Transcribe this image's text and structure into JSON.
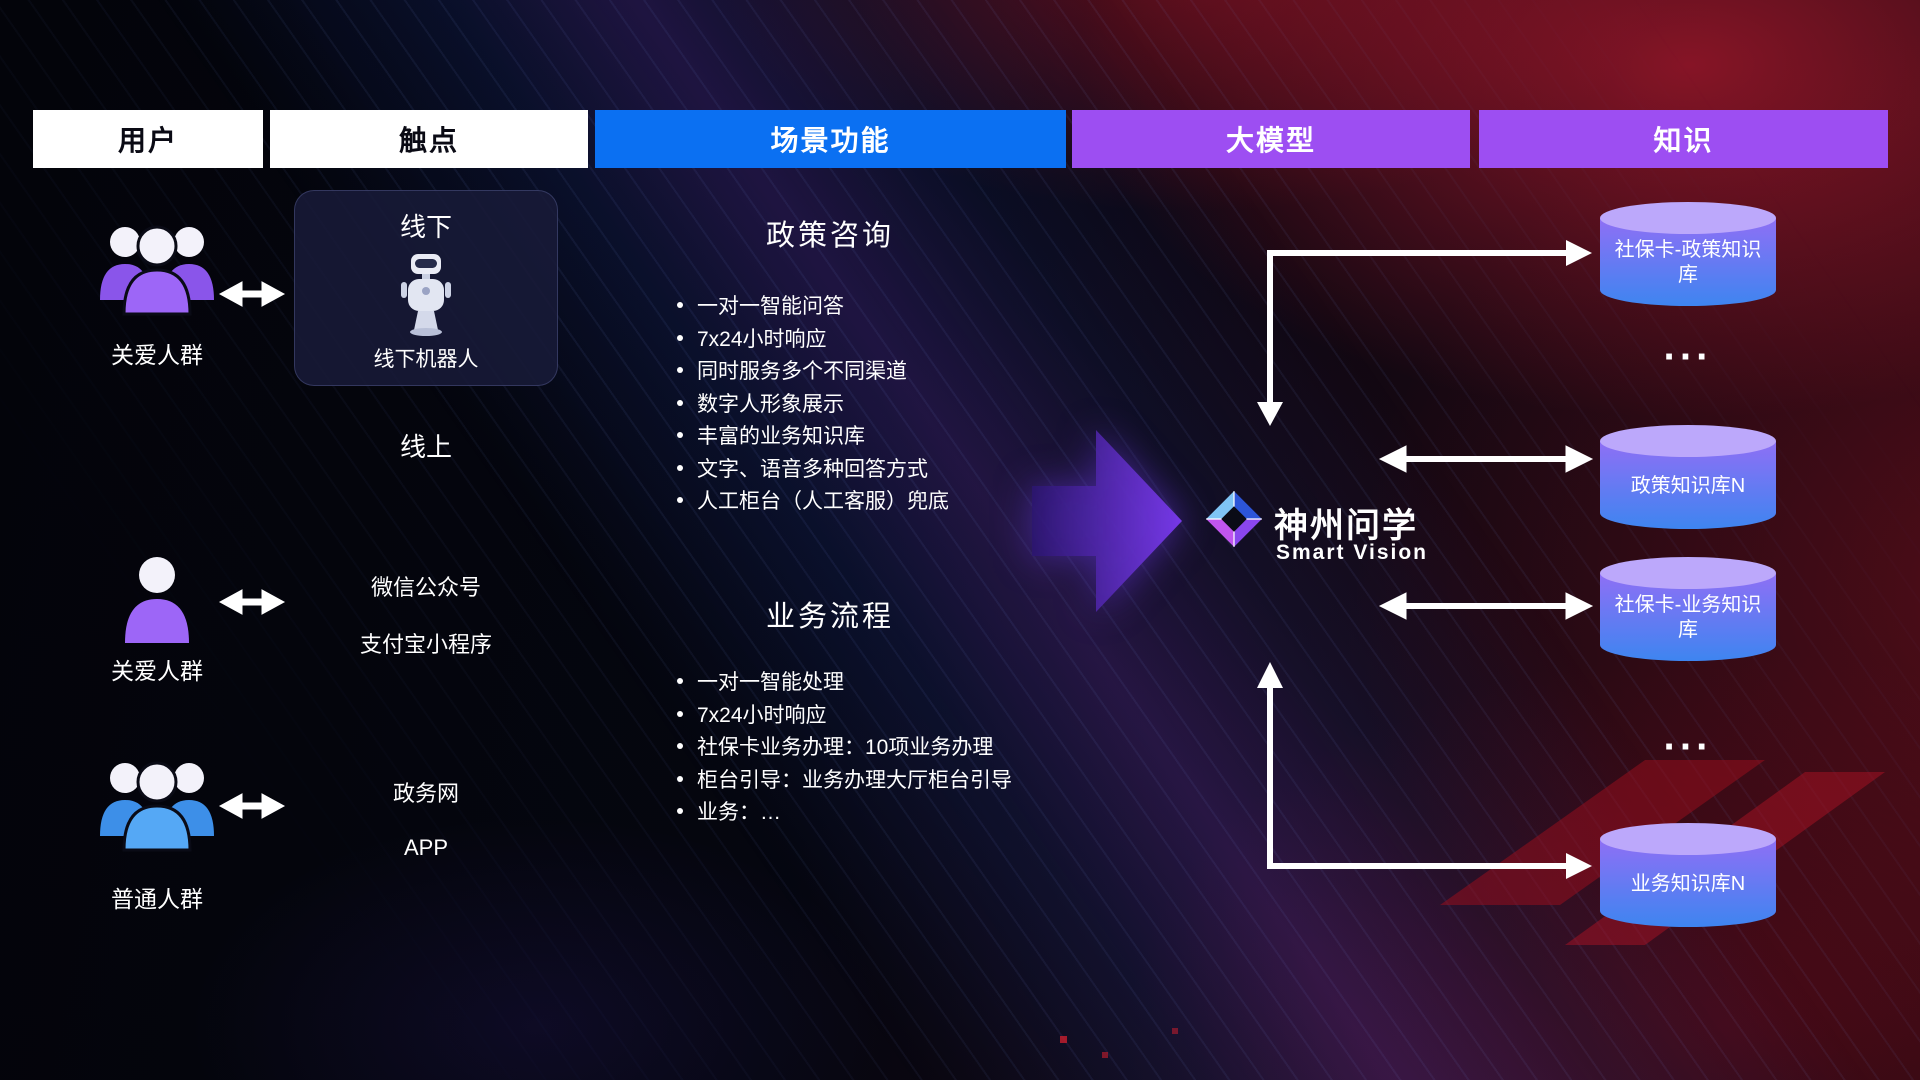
{
  "header": {
    "columns": [
      {
        "label": "用户",
        "style": "white"
      },
      {
        "label": "触点",
        "style": "white"
      },
      {
        "label": "场景功能",
        "style": "blue"
      },
      {
        "label": "大模型",
        "style": "purple"
      },
      {
        "label": "知识",
        "style": "purple"
      }
    ]
  },
  "users": [
    {
      "label": "关爱人群",
      "icon": "group-users-purple-icon"
    },
    {
      "label": "关爱人群",
      "icon": "single-user-purple-icon"
    },
    {
      "label": "普通人群",
      "icon": "group-users-blue-icon"
    }
  ],
  "touchpoints": {
    "offline_title": "线下",
    "offline_robot_label": "线下机器人",
    "online_title": "线上",
    "channels": [
      "微信公众号",
      "支付宝小程序",
      "政务网",
      "APP"
    ]
  },
  "scenarios": [
    {
      "title": "政策咨询",
      "items": [
        "一对一智能问答",
        "7x24小时响应",
        "同时服务多个不同渠道",
        "数字人形象展示",
        "丰富的业务知识库",
        "文字、语音多种回答方式",
        "人工柜台（人工客服）兜底"
      ]
    },
    {
      "title": "业务流程",
      "items": [
        "一对一智能处理",
        "7x24小时响应",
        "社保卡业务办理：10项业务办理",
        "柜台引导：业务办理大厅柜台引导",
        "业务：…"
      ]
    }
  ],
  "model": {
    "brand": "神州问学",
    "brand_sub": "Smart Vision"
  },
  "knowledge": {
    "databases": [
      "社保卡-政策知识库",
      "政策知识库N",
      "社保卡-业务知识库",
      "业务知识库N"
    ],
    "ellipsis": "···"
  },
  "colors": {
    "header_blue": "#0b70f2",
    "header_purple": "#9d4ef2",
    "user_purple": "#9d66f7",
    "user_blue": "#55a8f5",
    "cylinder_top": "#bca8fb",
    "cylinder_body_top": "#8f6ff5",
    "cylinder_body_bottom": "#3e85f0",
    "flow_arrow_purple": "#7b3bf0",
    "connector_white": "#ffffff",
    "background_red": "#c81e32"
  }
}
